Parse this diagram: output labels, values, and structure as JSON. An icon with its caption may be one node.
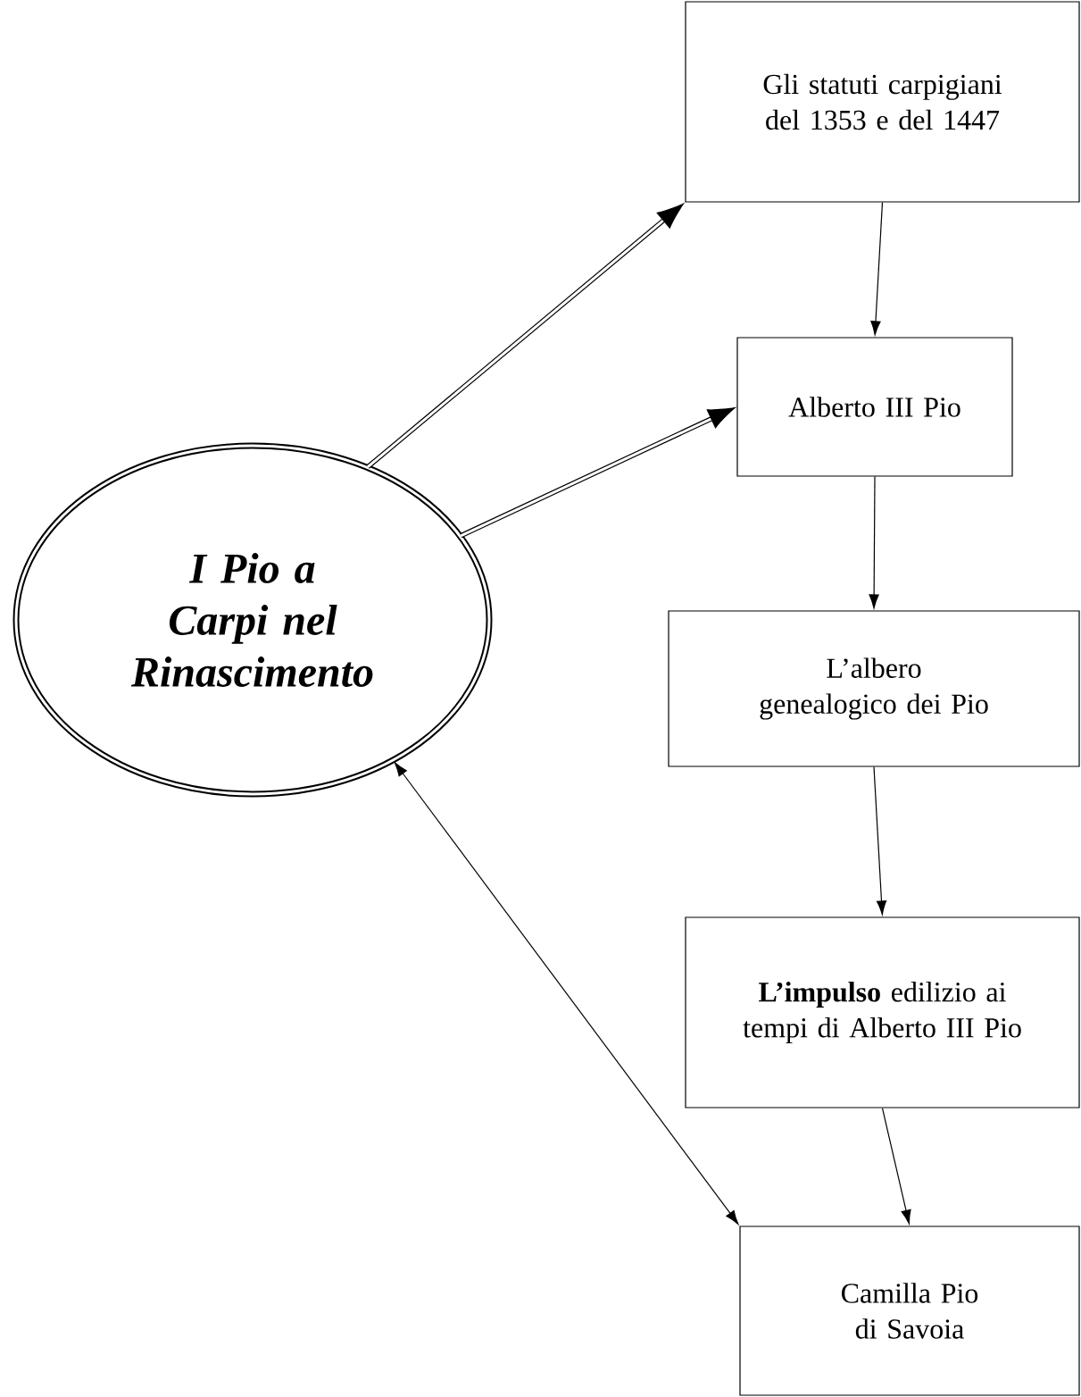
{
  "diagram": {
    "nodes": [
      {
        "text": [
          "I Pio a Carpi nel Rinascimento"
        ]
      },
      {
        "text": [
          "Gli statuti carpigiani del 1353 e del 1447"
        ]
      },
      {
        "text": [
          "Alberto III Pio"
        ]
      },
      {
        "text": [
          "L’albero genealogico dei Pio"
        ]
      },
      {
        "text": [
          "**L’impulso** edilizio ai tempi di Alberto III Pio"
        ]
      },
      {
        "text": [
          "Camilla Pio di Savoia"
        ]
      }
    ],
    "edges": [
      {
        "from": 0,
        "to": 1,
        "arrow": "to",
        "style": "thick"
      },
      {
        "from": 0,
        "to": 2,
        "arrow": "to",
        "style": "thick"
      },
      {
        "from": 1,
        "to": 2,
        "arrow": "to"
      },
      {
        "from": 2,
        "to": 3,
        "arrow": "to"
      },
      {
        "from": 3,
        "to": 4,
        "arrow": "to"
      },
      {
        "from": 4,
        "to": 5,
        "arrow": "to"
      },
      {
        "from": 0,
        "to": 5,
        "arrow": "both"
      }
    ]
  }
}
